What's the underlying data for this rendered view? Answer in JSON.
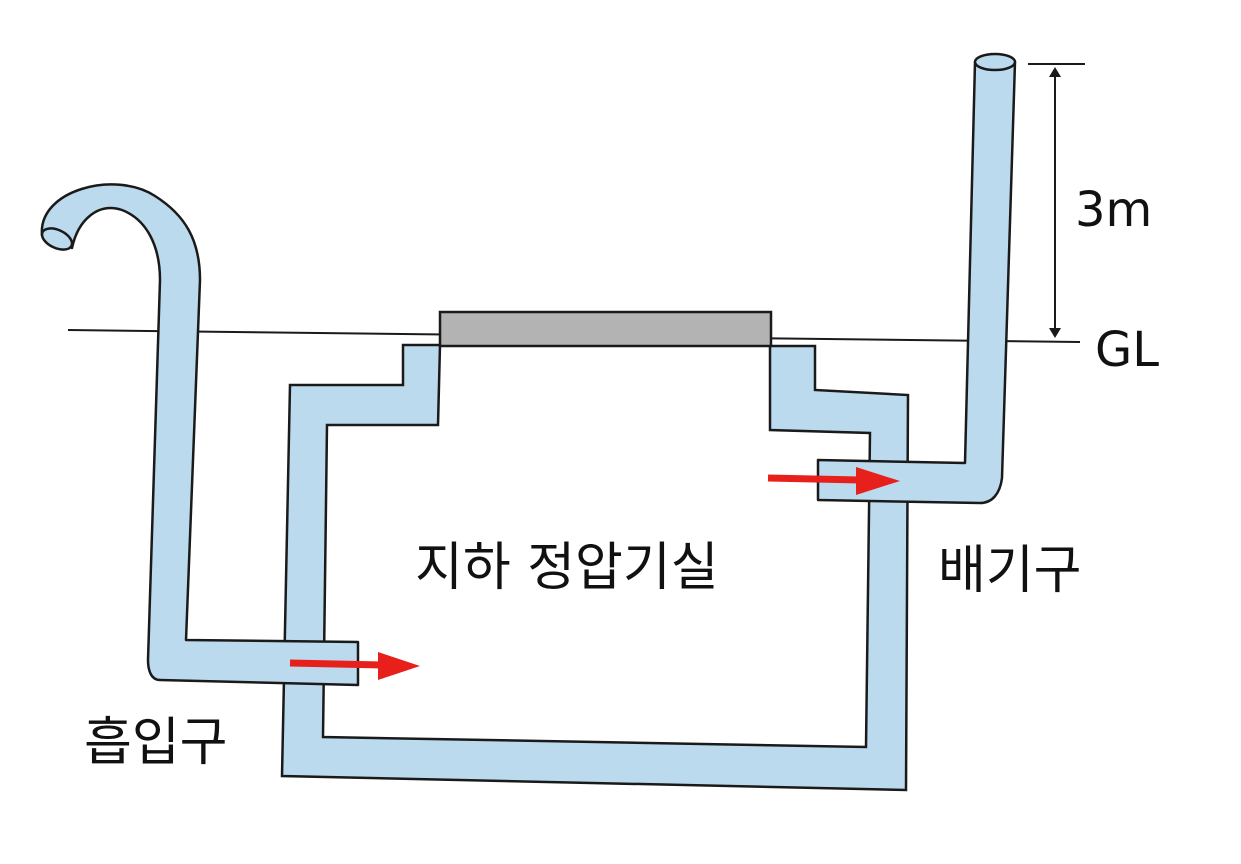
{
  "labels": {
    "room": "지하 정압기실",
    "intake": "흡입구",
    "exhaust": "배기구",
    "height": "3m",
    "ground": "GL"
  },
  "colors": {
    "pipe_fill": "#bcdaee",
    "outline": "#1a1a1a",
    "lid": "#b3b3b3",
    "arrow": "#e8201c",
    "background": "#ffffff"
  }
}
